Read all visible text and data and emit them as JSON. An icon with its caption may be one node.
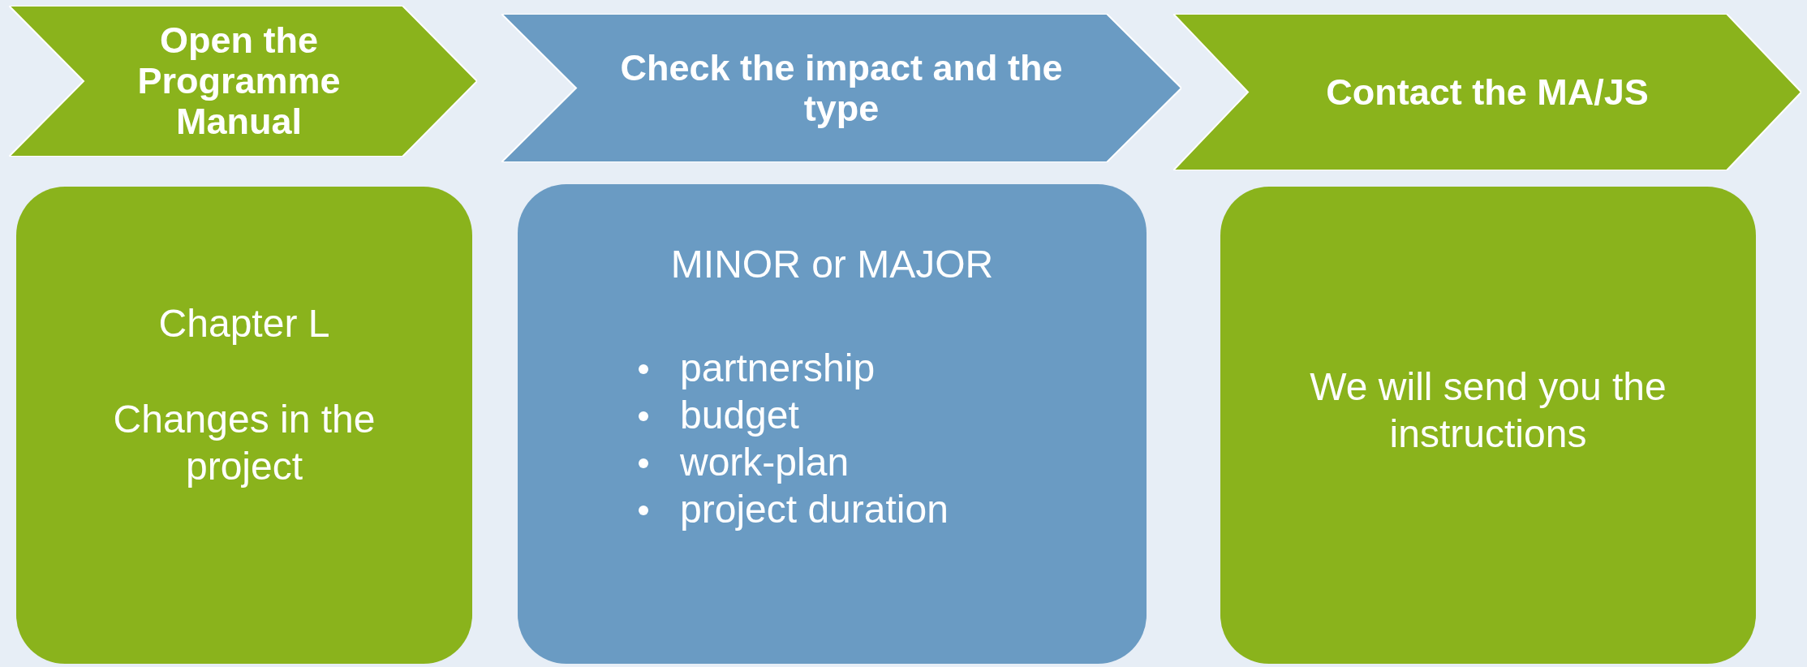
{
  "diagram": {
    "nodes": [
      {
        "text": [
          "Open the Programme Manual"
        ]
      },
      {
        "text": [
          "Check the impact and the type"
        ]
      },
      {
        "text": [
          "Contact the MA/JS"
        ]
      },
      {
        "text": [
          "Chapter L",
          "Changes in the project"
        ]
      },
      {
        "text": [
          "MINOR or MAJOR",
          "partnership",
          "budget",
          "work-plan",
          "project duration"
        ]
      },
      {
        "text": [
          "We will send you the instructions"
        ]
      }
    ]
  }
}
